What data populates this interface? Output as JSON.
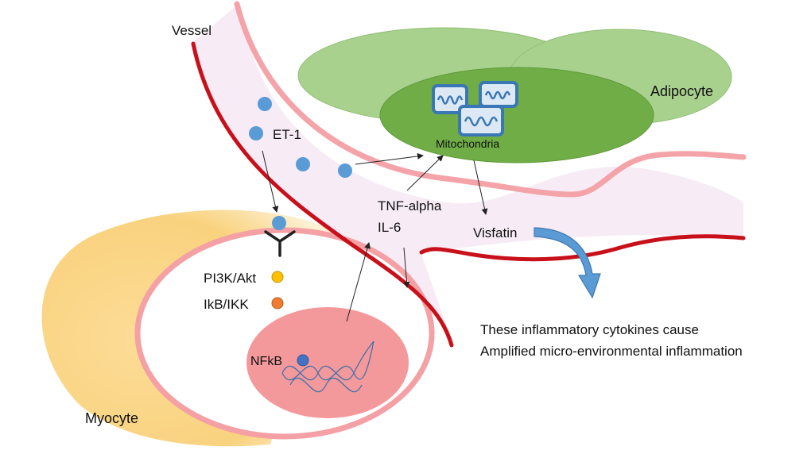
{
  "labels": {
    "vessel": "Vessel",
    "adipocyte": "Adipocyte",
    "mitochondria": "Mitochondria",
    "et1": "ET-1",
    "tnf_alpha": "TNF-alpha",
    "il6": "IL-6",
    "visfatin": "Visfatin",
    "pi3k_akt": "PI3K/Akt",
    "ikb_ikk": "IkB/IKK",
    "nfkb": "NFkB",
    "myocyte": "Myocyte",
    "caption_line1": "These inflammatory cytokines cause",
    "caption_line2": "Amplified micro-environmental inflammation"
  },
  "colors": {
    "vessel_fill": "#f7ecf6",
    "vessel_outer_wall": "#f4a4a8",
    "vessel_inner_wall": "#c8101a",
    "adipocyte_fill": "#a9d18e",
    "adipocyte_nucleus": "#70ad47",
    "mitochondria_box": "#3a78b5",
    "myocyte_fill": "#f9d27e",
    "myocyte_membrane": "#f4a0a4",
    "nucleus_fill": "#f4999b",
    "et1_dot": "#5b9bd5",
    "pi3k_dot": "#ffc000",
    "ikb_dot": "#ed7d31",
    "nfkb_dot": "#4472c4",
    "visfatin_arrow": "#5b9bd5"
  }
}
